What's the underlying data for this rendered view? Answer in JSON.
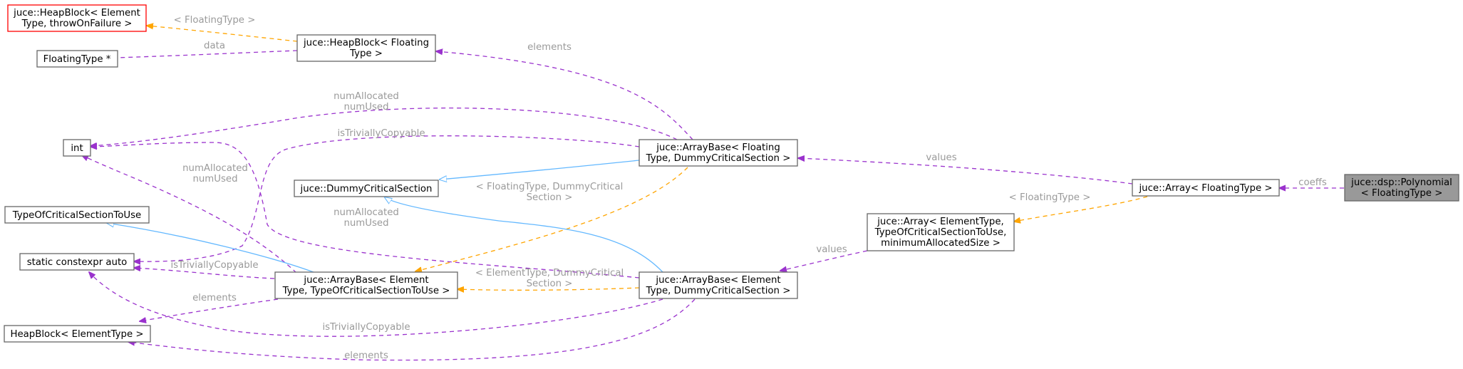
{
  "colors": {
    "usage_edge": "#9a32cd",
    "template_edge": "#ffa500",
    "inheritance_edge": "#63b8ff",
    "focus_node_fill": "#999999",
    "missing_node_border": "#ff0000",
    "edge_label_text": "#9a9a9a"
  },
  "nodes": {
    "heapblock_element_throw": {
      "lines": [
        "juce::HeapBlock< Element",
        "Type, throwOnFailure >"
      ]
    },
    "floatingtype_ptr": {
      "lines": [
        "FloatingType *"
      ]
    },
    "heapblock_floating": {
      "lines": [
        "juce::HeapBlock< Floating",
        "Type >"
      ]
    },
    "int": {
      "lines": [
        "int"
      ]
    },
    "dummy_cs": {
      "lines": [
        "juce::DummyCriticalSection"
      ]
    },
    "type_of_cs": {
      "lines": [
        "TypeOfCriticalSectionToUse"
      ]
    },
    "static_constexpr": {
      "lines": [
        "static constexpr auto"
      ]
    },
    "heapblock_elementtype": {
      "lines": [
        "HeapBlock< ElementType >"
      ]
    },
    "arraybase_floating_dummy": {
      "lines": [
        "juce::ArrayBase< Floating",
        "Type, DummyCriticalSection >"
      ]
    },
    "arraybase_element_tocs": {
      "lines": [
        "juce::ArrayBase< Element",
        "Type, TypeOfCriticalSectionToUse >"
      ]
    },
    "arraybase_element_dummy": {
      "lines": [
        "juce::ArrayBase< Element",
        "Type, DummyCriticalSection >"
      ]
    },
    "array_elementtype": {
      "lines": [
        "juce::Array< ElementType,",
        "TypeOfCriticalSectionToUse,",
        "minimumAllocatedSize >"
      ]
    },
    "array_floating": {
      "lines": [
        "juce::Array< FloatingType >"
      ]
    },
    "polynomial": {
      "lines": [
        "juce::dsp::Polynomial",
        "< FloatingType >"
      ]
    }
  },
  "edge_labels": {
    "floatingtype_template": "< FloatingType >",
    "data": "data",
    "elements_top": "elements",
    "numallocated_1": [
      "numAllocated",
      "numUsed"
    ],
    "istriviallycopyable_1": "isTriviallyCopyable",
    "values_top": "values",
    "coeffs": "coeffs",
    "numallocated_2": [
      "numAllocated",
      "numUsed"
    ],
    "floating_dummy_template": [
      "< FloatingType, DummyCritical",
      "Section >"
    ],
    "floatingtype_template_2": "< FloatingType >",
    "numallocated_3": [
      "numAllocated",
      "numUsed"
    ],
    "values_mid": "values",
    "istriviallycopyable_2": "isTriviallyCopyable",
    "element_dummy_template": [
      "< ElementType, DummyCritical",
      "Section >"
    ],
    "elements_mid": "elements",
    "istriviallycopyable_3": "isTriviallyCopyable",
    "elements_bottom": "elements"
  }
}
